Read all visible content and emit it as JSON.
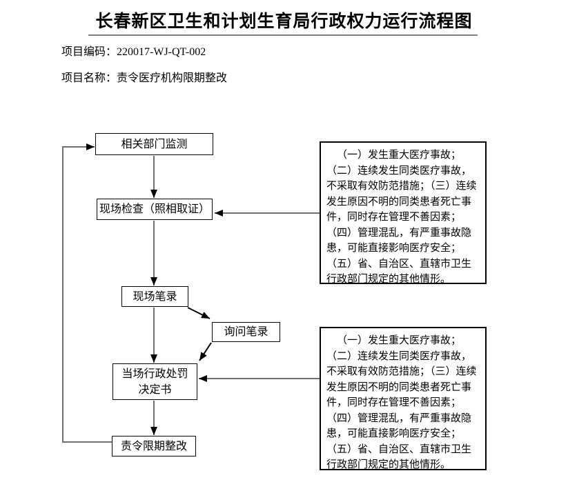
{
  "page": {
    "title": "长春新区卫生和计划生育局行政权力运行流程图",
    "project_code_label": "项目编码：",
    "project_code_value": "220017-WJ-QT-002",
    "project_name_label": "项目名称：",
    "project_name_value": "责令医疗机构限期整改"
  },
  "flowchart": {
    "nodes": [
      {
        "id": "monitoring",
        "label": "相关部门监测"
      },
      {
        "id": "inspection",
        "label": "现场检查（照相取证）"
      },
      {
        "id": "site-record",
        "label": "现场笔录"
      },
      {
        "id": "inquiry-record",
        "label": "询问笔录"
      },
      {
        "id": "penalty-decision",
        "label": "当场行政处罚\n决定书"
      },
      {
        "id": "rectification",
        "label": "责令限期整改"
      }
    ],
    "notes": [
      {
        "id": "note-1",
        "text": "（一）发生重大医疗事故；（二）连续发生同类医疗事故，不采取有效防范措施；（三）连续发生原因不明的同类患者死亡事件，同时存在管理不善因素；（四）管理混乱，有严重事故隐患，可能直接影响医疗安全；（五）省、自治区、直辖市卫生行政部门规定的其他情形。"
      },
      {
        "id": "note-2",
        "text": "（一）发生重大医疗事故；（二）连续发生同类医疗事故，不采取有效防范措施；（三）连续发生原因不明的同类患者死亡事件，同时存在管理不善因素；（四）管理混乱，有严重事故隐患，可能直接影响医疗安全；（五）省、自治区、直辖市卫生行政部门规定的其他情形。"
      }
    ]
  },
  "colors": {
    "connector_gray": "#6f6f6f",
    "ink": "#000000",
    "background": "#ffffff",
    "title_rule_gray": "#808080"
  }
}
